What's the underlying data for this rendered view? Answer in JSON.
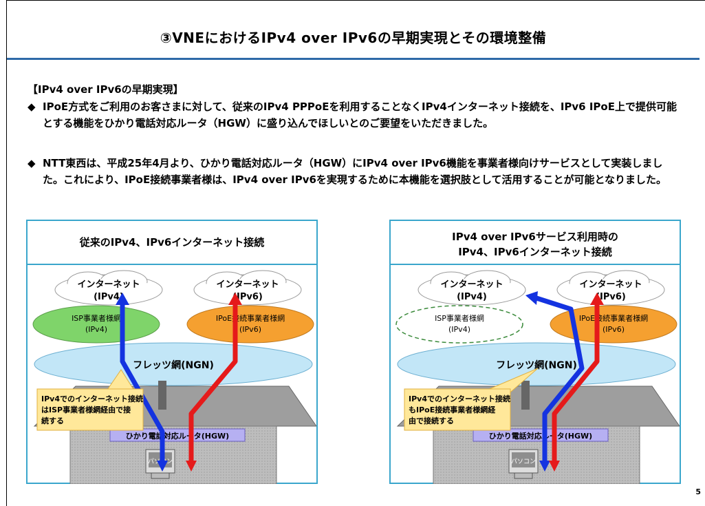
{
  "header": {
    "title": "③VNEにおけるIPv4 over IPv6の早期実現とその環境整備"
  },
  "section": {
    "heading": "【IPv4 over IPv6の早期実現】"
  },
  "bullets": [
    {
      "mark": "◆",
      "text": "IPoE方式をご利用のお客さまに対して、従来のIPv4 PPPoEを利用することなくIPv4インターネット接続を、IPv6 IPoE上で提供可能とする機能をひかり電話対応ルータ（HGW）に盛り込んでほしいとのご要望をいただきました。"
    },
    {
      "mark": "◆",
      "text": "NTT東西は、平成25年4月より、ひかり電話対応ルータ（HGW）にIPv4 over IPv6機能を事業者様向けサービスとして実装しました。これにより、IPoE接続事業者様は、IPv4 over IPv6を実現するために本機能を選択肢として活用することが可能となりました。"
    }
  ],
  "diagrams": [
    {
      "title": "従来のIPv4、IPv6インターネット接続",
      "cloud_v4": {
        "line1": "インターネット",
        "line2": "(IPv4)"
      },
      "cloud_v6": {
        "line1": "インターネット",
        "line2": "(IPv6)"
      },
      "isp_net": {
        "line1": "ISP事業者様網",
        "line2": "(IPv4)"
      },
      "ipoe_net": {
        "line1": "IPoE接続事業者様網",
        "line2": "(IPv6)"
      },
      "flets": "フレッツ網(NGN)",
      "callout": [
        "IPv4でのインターネット接続",
        "はISP事業者様網経由で接",
        "続する"
      ],
      "router": "ひかり電話対応ルータ(HGW)",
      "pc": "パソコン"
    },
    {
      "title": "IPv4 over IPv6サービス利用時の\nIPv4、IPv6インターネット接続",
      "cloud_v4": {
        "line1": "インターネット",
        "line2": "(IPv4)"
      },
      "cloud_v6": {
        "line1": "インターネット",
        "line2": "(IPv6)"
      },
      "isp_net": {
        "line1": "ISP事業者様網",
        "line2": "(IPv4)"
      },
      "ipoe_net": {
        "line1": "IPoE接続事業者様網",
        "line2": "(IPv6)"
      },
      "flets": "フレッツ網(NGN)",
      "callout": [
        "IPv4でのインターネット接続",
        "もIPoE接続事業者様網経",
        "由で接続する"
      ],
      "router": "ひかり電話対応ルータ(HGW)",
      "pc": "パソコン"
    }
  ],
  "page": {
    "number": "5"
  },
  "colors": {
    "title_rule": "#2e6aa8",
    "panel_border": "#3aa6cc",
    "isp_net_fill": "#7fd46a",
    "ipoe_net_fill": "#f5a030",
    "flets_fill": "#c2e6f7",
    "ipv4_arrow": "#1433e0",
    "ipv6_arrow": "#e51a1a",
    "callout_fill": "#ffe89a",
    "router_fill": "#b6b0f2",
    "house_fill": "#bdbdbd"
  }
}
